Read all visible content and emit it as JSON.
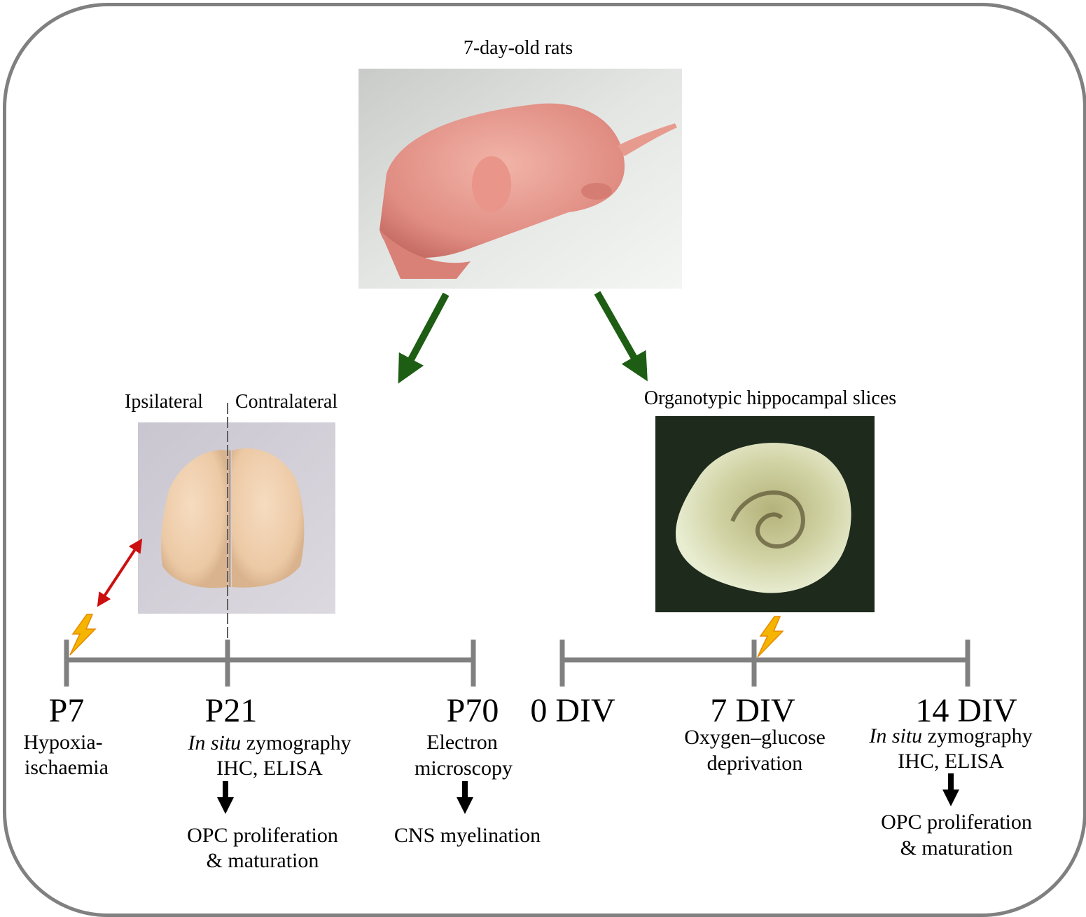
{
  "rat_label": "7-day-old rats",
  "left_panel": {
    "ipsilateral": "Ipsilateral",
    "contralateral": "Contralateral"
  },
  "right_panel": {
    "title": "Organotypic hippocampal slices"
  },
  "in_vivo_timeline": {
    "p7": {
      "label": "P7",
      "desc1": "Hypoxia-",
      "desc2": "ischaemia"
    },
    "p21": {
      "label": "P21",
      "line1_italic": "In situ",
      "line1_rest": " zymography",
      "line2": "IHC, ELISA",
      "result1": "OPC proliferation",
      "result2": "& maturation"
    },
    "p70": {
      "label": "P70",
      "desc1": "Electron",
      "desc2": "microscopy",
      "result": "CNS myelination"
    }
  },
  "in_vitro_timeline": {
    "div0": {
      "label": "0 DIV"
    },
    "div7": {
      "label": "7 DIV",
      "desc1": "Oxygen–glucose",
      "desc2": "deprivation"
    },
    "div14": {
      "label": "14 DIV",
      "line1_italic": "In situ",
      "line1_rest": " zymography",
      "line2": "IHC, ELISA",
      "result1": "OPC proliferation",
      "result2": "& maturation"
    }
  },
  "colors": {
    "frame": "#808080",
    "green_arrow": "#1e5e14",
    "red_arrow": "#cc1010",
    "timeline": "#808080",
    "bolt": "#f4b400"
  }
}
